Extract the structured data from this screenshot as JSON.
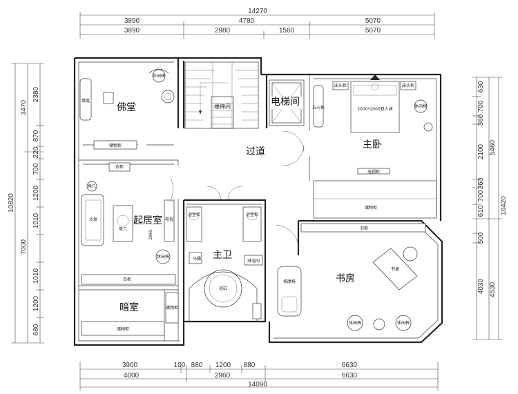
{
  "dimensions": {
    "top_total": "14270",
    "top_row2": [
      "3890",
      "4780",
      "5070"
    ],
    "top_row3": [
      "3890",
      "2980",
      "1560",
      "5070"
    ],
    "bottom_row1": [
      "3900",
      "100",
      "880",
      "1200",
      "880",
      "6630"
    ],
    "bottom_row2": [
      "4000",
      "2960",
      "6630"
    ],
    "bottom_total": "14090",
    "left_total": "10820",
    "left_col2": [
      "3470",
      "7000"
    ],
    "left_col3": [
      "2380",
      "870",
      "220",
      "700",
      "1200",
      "1010",
      "1010",
      "1200",
      "680"
    ],
    "right_total": "10420",
    "right_col2": [
      "5460",
      "4530"
    ],
    "right_col3": [
      "630",
      "700",
      "360",
      "2100",
      "360",
      "700",
      "610",
      "500",
      "4030"
    ]
  },
  "rooms": {
    "buddha_hall": "佛堂",
    "stairwell": "楼梯间",
    "elevator_room": "电梯间",
    "corridor": "过道",
    "master_bedroom": "主卧",
    "living_room": "起居室",
    "master_bath": "主卫",
    "study": "书房",
    "darkroom": "暗室"
  },
  "furniture": {
    "buddha_cabinet": "佛龛",
    "lounge_chair": "休闲椅",
    "storage_cabinet": "储物柜",
    "clothes_cabinet": "衣柜",
    "wardrobe": "衣柜",
    "tv_cabinet": "电视柜",
    "bed": "2000*2000双人床",
    "nightstand": "床头柜",
    "chest_of_drawers": "五斗柜",
    "dresser": "衣柜",
    "sofa": "沙发",
    "coffee_table": "茶几",
    "corner_table": "角几",
    "tv": "电视",
    "dim_2965": "2965",
    "bathroom_cabinet": "浴室柜",
    "toilet": "马桶",
    "shower": "淋浴间",
    "bathtub": "浴缸",
    "massage_chair": "按摩椅",
    "desk": "书桌",
    "bookcase": "书柜"
  }
}
